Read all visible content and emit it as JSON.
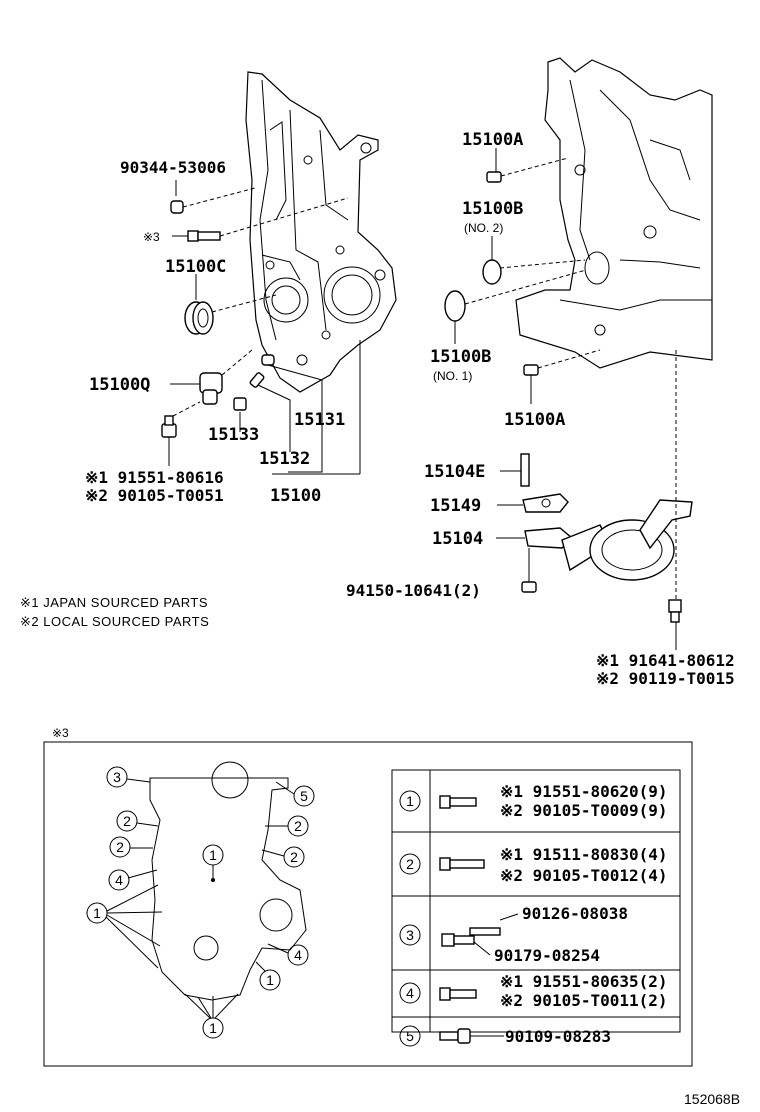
{
  "upper_left": {
    "p_90344": "90344-53006",
    "p_x3": "※3",
    "p_15100C": "15100C",
    "p_15100Q": "15100Q",
    "p_15133": "15133",
    "p_15131": "15131",
    "p_15132": "15132",
    "p_15100": "15100",
    "p_x1_bolt": "※1 91551-80616",
    "p_x2_bolt": "※2 90105-T0051"
  },
  "upper_right": {
    "p_15100A_top": "15100A",
    "p_15100B_top": "15100B",
    "p_no2": "(NO. 2)",
    "p_15100B_bot": "15100B",
    "p_no1": "(NO. 1)",
    "p_15100A_bot": "15100A",
    "p_15104E": "15104E",
    "p_15149": "15149",
    "p_15104": "15104",
    "p_94150": "94150-10641(2)",
    "p_x1_bolt": "※1 91641-80612",
    "p_x2_bolt": "※2 90119-T0015"
  },
  "notes": {
    "note1": "※1  JAPAN SOURCED PARTS",
    "note2": "※2  LOCAL SOURCED PARTS"
  },
  "detail": {
    "label": "※3",
    "callouts": {
      "c1": "1",
      "c2": "2",
      "c3": "3",
      "c4": "4",
      "c5": "5"
    },
    "table": [
      {
        "num": "1",
        "line1": "※1 91551-80620(9)",
        "line2": "※2 90105-T0009(9)"
      },
      {
        "num": "2",
        "line1": "※1 91511-80830(4)",
        "line2": "※2 90105-T0012(4)"
      },
      {
        "num": "3",
        "line1": "90126-08038",
        "line2": "90179-08254"
      },
      {
        "num": "4",
        "line1": "※1 91551-80635(2)",
        "line2": "※2 90105-T0011(2)"
      },
      {
        "num": "5",
        "line1": "90109-08283",
        "line2": ""
      }
    ]
  },
  "ref_code": "152068B"
}
